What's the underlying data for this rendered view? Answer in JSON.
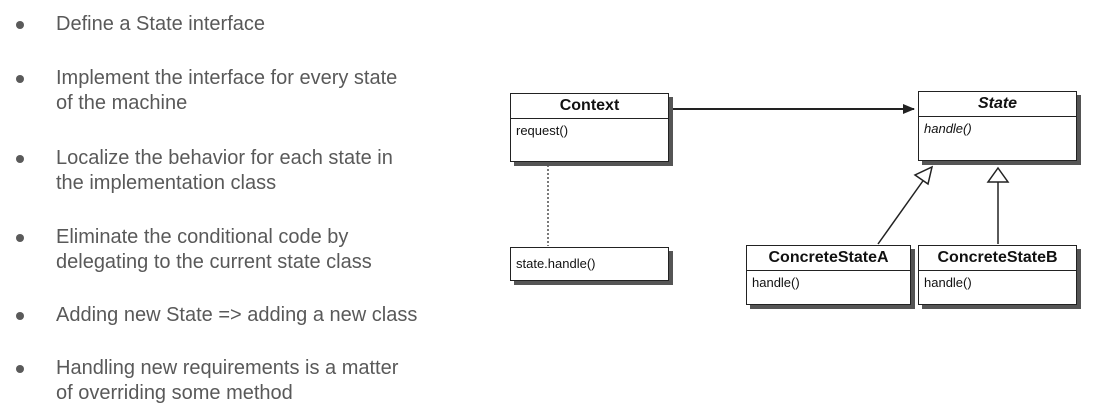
{
  "bullets": [
    "Define a State interface",
    "Implement the interface for every state\nof the machine",
    "Localize the behavior for each state in\nthe implementation class",
    "Eliminate the conditional code by\ndelegating to the current state class",
    "Adding new State  => adding a new class",
    "Handling new requirements is a matter\nof overriding some method"
  ],
  "diagram": {
    "context": {
      "name": "Context",
      "method": "request()"
    },
    "state": {
      "name": "State",
      "method": "handle()"
    },
    "concrete_a": {
      "name": "ConcreteStateA",
      "method": "handle()"
    },
    "concrete_b": {
      "name": "ConcreteStateB",
      "method": "handle()"
    },
    "note": "state.handle()"
  }
}
